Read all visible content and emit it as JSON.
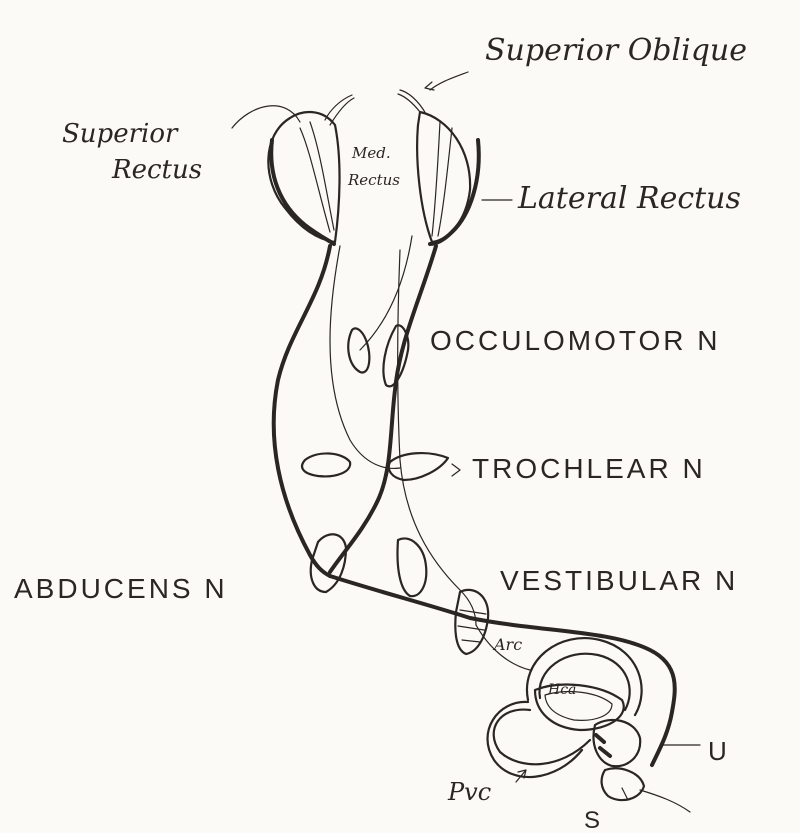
{
  "labels": {
    "superior_oblique": "Superior Oblique",
    "superior_rectus_line1": "Superior",
    "superior_rectus_line2": "Rectus",
    "medial_rectus_line1": "Med.",
    "medial_rectus_line2": "Rectus",
    "lateral_rectus": "Lateral Rectus",
    "oculomotor": "OCCULOMOTOR N",
    "trochlear": "TROCHLEAR N",
    "abducens": "ABDUCENS N",
    "vestibular": "VESTIBULAR N",
    "arc": "Arc",
    "hca": "Hca",
    "pvc": "Pvc",
    "u": "U",
    "s": "S"
  },
  "colors": {
    "ink": "#2a2624",
    "paper": "#fbfaf6"
  }
}
